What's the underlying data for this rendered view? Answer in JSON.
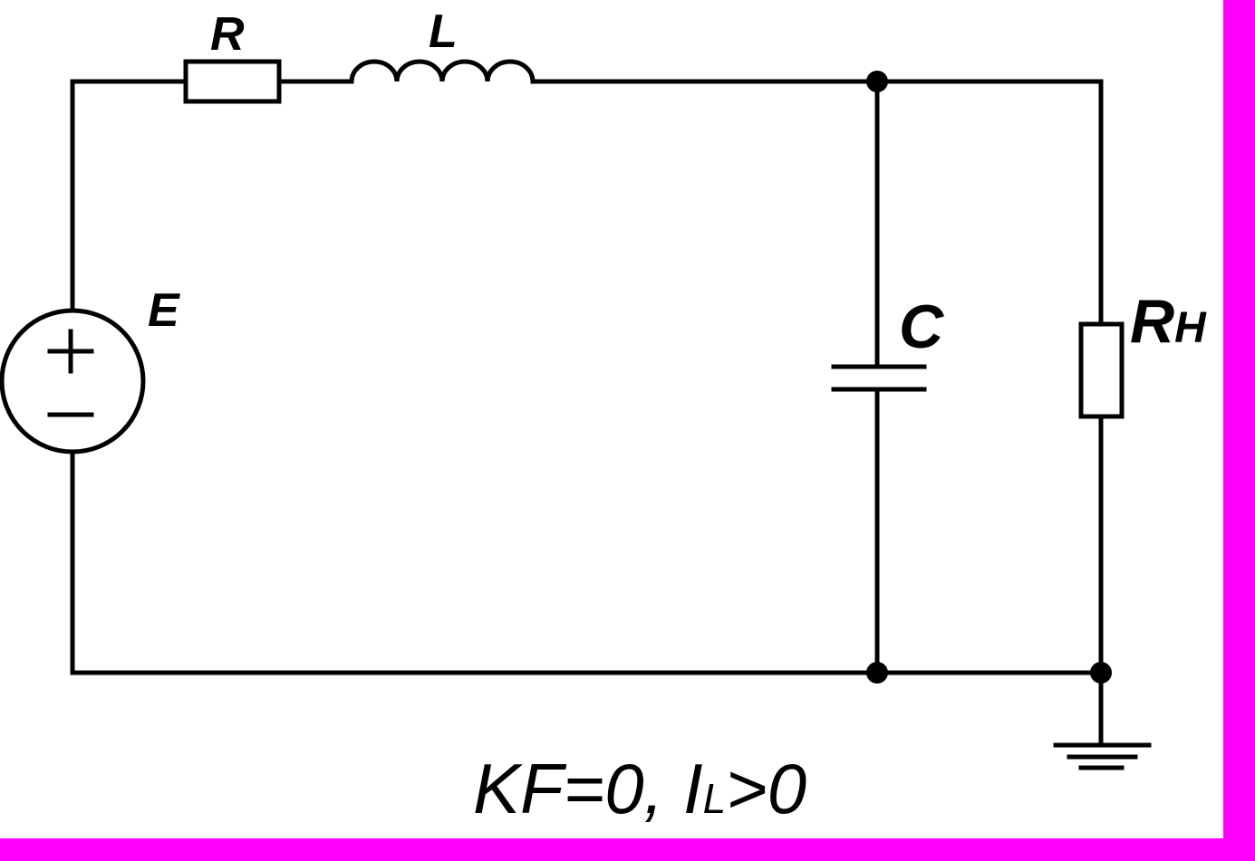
{
  "colors": {
    "border": "#ff00ff",
    "ink": "#000000",
    "background": "#ffffff"
  },
  "components": {
    "resistor": {
      "label": "R"
    },
    "inductor": {
      "label": "L"
    },
    "source": {
      "label": "E",
      "plus": "+",
      "minus": "—"
    },
    "capacitor": {
      "label": "C"
    },
    "load": {
      "label": "R",
      "sub": "H"
    }
  },
  "caption": {
    "part1": "KF=0, I",
    "sub": "L",
    "part2": ">0"
  }
}
